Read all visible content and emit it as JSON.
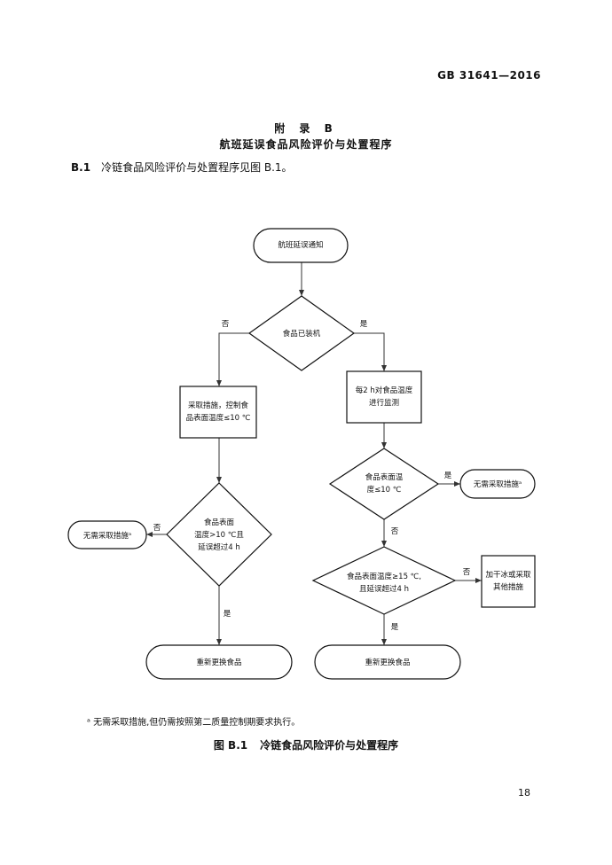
{
  "header": {
    "standard_code": "GB 31641—2016"
  },
  "appendix": {
    "label": "附 录 B",
    "title": "航班延误食品风险评价与处置程序"
  },
  "clause": {
    "number": "B.1",
    "text": "冷链食品风险评价与处置程序见图 B.1。"
  },
  "flowchart": {
    "start": "航班延误通知",
    "decision_loaded": "食品已装机",
    "label_no": "否",
    "label_yes": "是",
    "left_action_line1": "采取措施，控制食",
    "left_action_line2": "品表面温度≤10 ℃",
    "right_monitor_line1": "每2 h对食品温度",
    "right_monitor_line2": "进行监测",
    "left_decision_line1": "食品表面",
    "left_decision_line2": "温度>10 ℃且",
    "left_decision_line3": "延误超过4 h",
    "left_no_action": "无需采取措施ᵃ",
    "right_decision1_line1": "食品表面温",
    "right_decision1_line2": "度≤10 ℃",
    "right_no_action": "无需采取措施ᵃ",
    "right_decision2_line1": "食品表面温度≥15 ℃,",
    "right_decision2_line2": "且延误超过4 h",
    "dry_ice_line1": "加干冰或采取",
    "dry_ice_line2": "其他措施",
    "replace_food_left": "重新更换食品",
    "replace_food_right": "重新更换食品"
  },
  "footnote": "ᵃ 无需采取措施,但仍需按照第二质量控制期要求执行。",
  "figure_caption": {
    "number": "图 B.1",
    "title": "冷链食品风险评价与处置程序"
  },
  "page_number": "18"
}
